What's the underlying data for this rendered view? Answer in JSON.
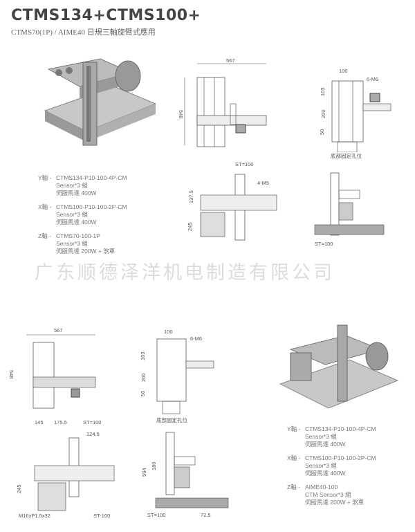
{
  "title": "CTMS134+CTMS100+",
  "subtitle": "CTMS70(1P) / AIME40 日規三軸旋臂式應用",
  "watermark": "广东顺德泽洋机电制造有限公司",
  "spec_top": [
    {
      "axis": "Y軸 -",
      "model": "CTMS134-P10-100-4P-CM",
      "sensor": "Sensor*3 組",
      "motor": "伺服馬達 400W"
    },
    {
      "axis": "X軸 -",
      "model": "CTMS100-P10-100-2P-CM",
      "sensor": "Sensor*3 組",
      "motor": "伺服馬達 400W"
    },
    {
      "axis": "Z軸 -",
      "model": "CTMS70-100-1P",
      "sensor": "Sensor*3 組",
      "motor": "伺服馬達 200W + 煞車"
    }
  ],
  "spec_bottom": [
    {
      "axis": "Y軸 -",
      "model": "CTMS134-P10-100-4P-CM",
      "sensor": "Sensor*3 組",
      "motor": "伺服馬達 400W"
    },
    {
      "axis": "X軸 -",
      "model": "CTMS100-P10-100-2P-CM",
      "sensor": "Sensor*3 組",
      "motor": "伺服馬達 400W"
    },
    {
      "axis": "Z軸 -",
      "model": "AIME40-100",
      "sensor": "CTM Sensor*3 組",
      "motor": "伺服馬達 200W + 煞車"
    }
  ],
  "dims": {
    "w567": "567",
    "h548": "548",
    "w100": "100",
    "m6": "6-M6",
    "d103": "103",
    "d200": "200",
    "d50": "50",
    "caption": "底部固定孔位",
    "st100": "ST=100",
    "m5": "4-M5",
    "d137": "137.5",
    "d245": "245",
    "d145": "145",
    "d175": "175.5",
    "d124": "124.5",
    "m16": "M16xP1.5x32",
    "st100b": "ST-100",
    "d594": "594",
    "d180": "180",
    "d72": "72.5"
  }
}
